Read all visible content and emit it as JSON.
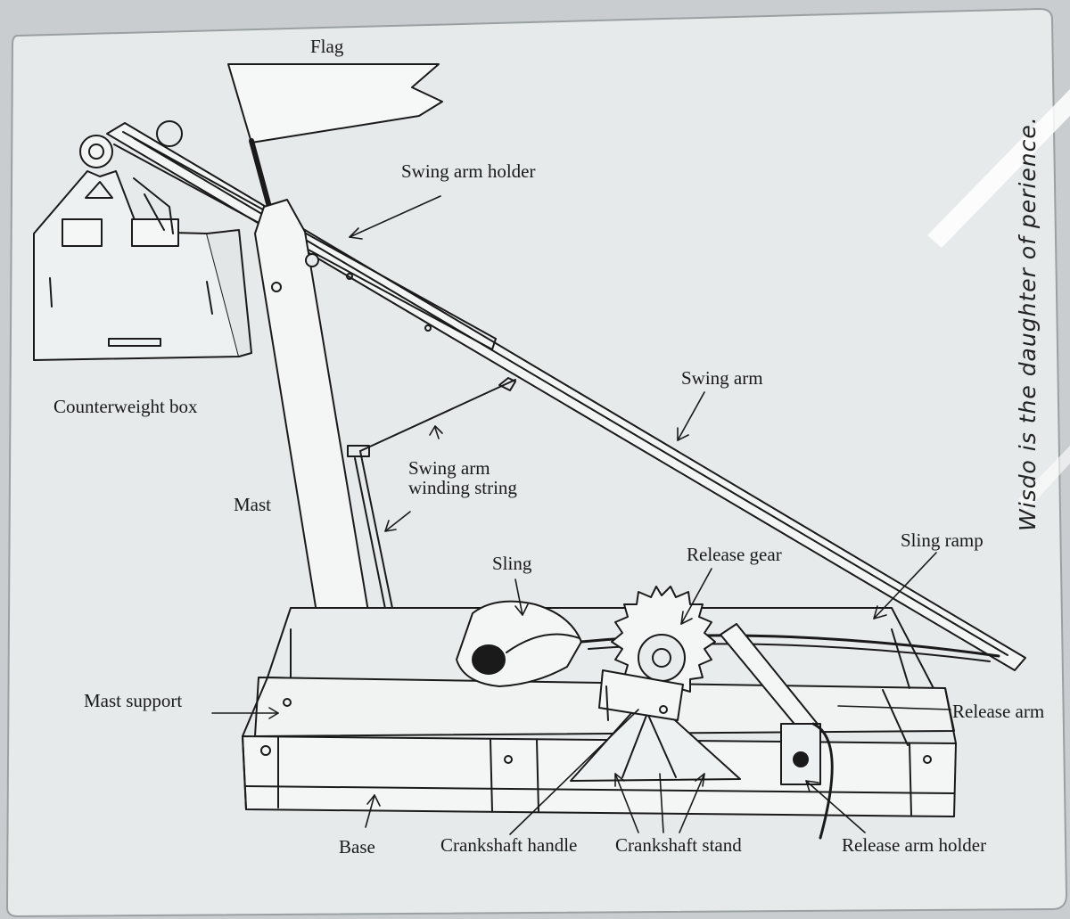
{
  "labels": {
    "flag": "Flag",
    "swing_arm_holder": "Swing arm holder",
    "counterweight_box": "Counterweight box",
    "swing_arm": "Swing arm",
    "swing_arm_winding_string_line1": "Swing arm",
    "swing_arm_winding_string_line2": "winding string",
    "mast": "Mast",
    "sling": "Sling",
    "release_gear": "Release gear",
    "sling_ramp": "Sling ramp",
    "mast_support": "Mast support",
    "release_arm": "Release arm",
    "base": "Base",
    "crankshaft_handle": "Crankshaft handle",
    "crankshaft_stand": "Crankshaft stand",
    "release_arm_holder": "Release arm holder"
  },
  "vertical_quote": "Wisdo  is the daughter of   perience.",
  "colors": {
    "background": "#c9cdcf",
    "paper": "#e6eaea",
    "ink": "#1a1a1a"
  }
}
